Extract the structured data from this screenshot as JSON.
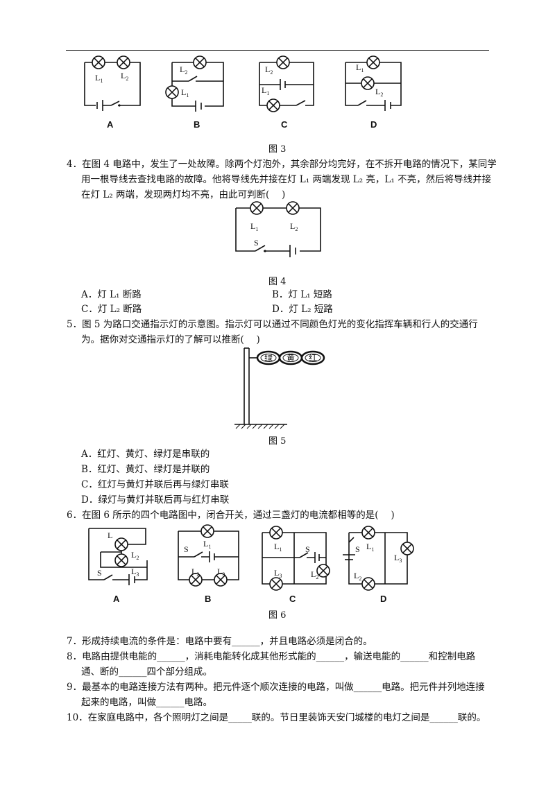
{
  "fig3": {
    "caption": "图 3",
    "labels": [
      "A",
      "B",
      "C",
      "D"
    ]
  },
  "q4": {
    "line1": "4．在图 4 电路中，发生了一处故障。除两个灯泡外，其余部分均完好，在不拆开电路的情况下，某同学",
    "line2": "用一根导线去查找电路的故障。他将导线先并接在灯 L₁ 两端发现 L₂ 亮，L₁ 不亮，然后将导线并接",
    "line3": "在灯 L₂ 两端，发现两灯均不亮，由此可判断(　 )",
    "caption": "图 4",
    "optA": "A．灯 L₁ 断路",
    "optB": "B．灯 L₁ 短路",
    "optC": "C．灯 L₂ 断路",
    "optD": "D．灯 L₂ 短路"
  },
  "q5": {
    "line1": "5．图 5 为路口交通指示灯的示意图。指示灯可以通过不同颜色灯光的变化指挥车辆和行人的交通行",
    "line2": "为。据你对交通指示灯的了解可以推断(　 )",
    "lamps": [
      "绿",
      "黄",
      "红"
    ],
    "caption": "图 5",
    "optA": "A．红灯、黄灯、绿灯是串联的",
    "optB": "B．红灯、黄灯、绿灯是并联的",
    "optC": "C．红灯与黄灯并联后再与绿灯串联",
    "optD": "D．绿灯与黄灯并联后再与红灯串联"
  },
  "q6": {
    "line1": "6．在图 6 所示的四个电路图中，闭合开关，通过三盏灯的电流都相等的是(　 )",
    "caption": "图 6",
    "labels": [
      "A",
      "B",
      "C",
      "D"
    ]
  },
  "q7": {
    "line1": "7．形成持续电流的条件是：电路中要有______，并且电路必须是闭合的。"
  },
  "q8": {
    "line1": "8．电路由提供电能的______，消耗电能转化成其他形式能的______，输送电能的______和控制电路",
    "line2": "通、断的______四个部分组成。"
  },
  "q9": {
    "line1": "9．最基本的电路连接方法有两种。把元件逐个顺次连接的电路，叫做______电路。把元件并列地连接",
    "line2": "起来的电路，叫做______电路。"
  },
  "q10": {
    "line1": "10．在家庭电路中，各个照明灯之间是_____联的。节日里装饰天安门城楼的电灯之间是______联的。"
  },
  "symbols": {
    "L1": "L₁",
    "L2": "L₂",
    "L3": "L₃",
    "S": "S"
  }
}
